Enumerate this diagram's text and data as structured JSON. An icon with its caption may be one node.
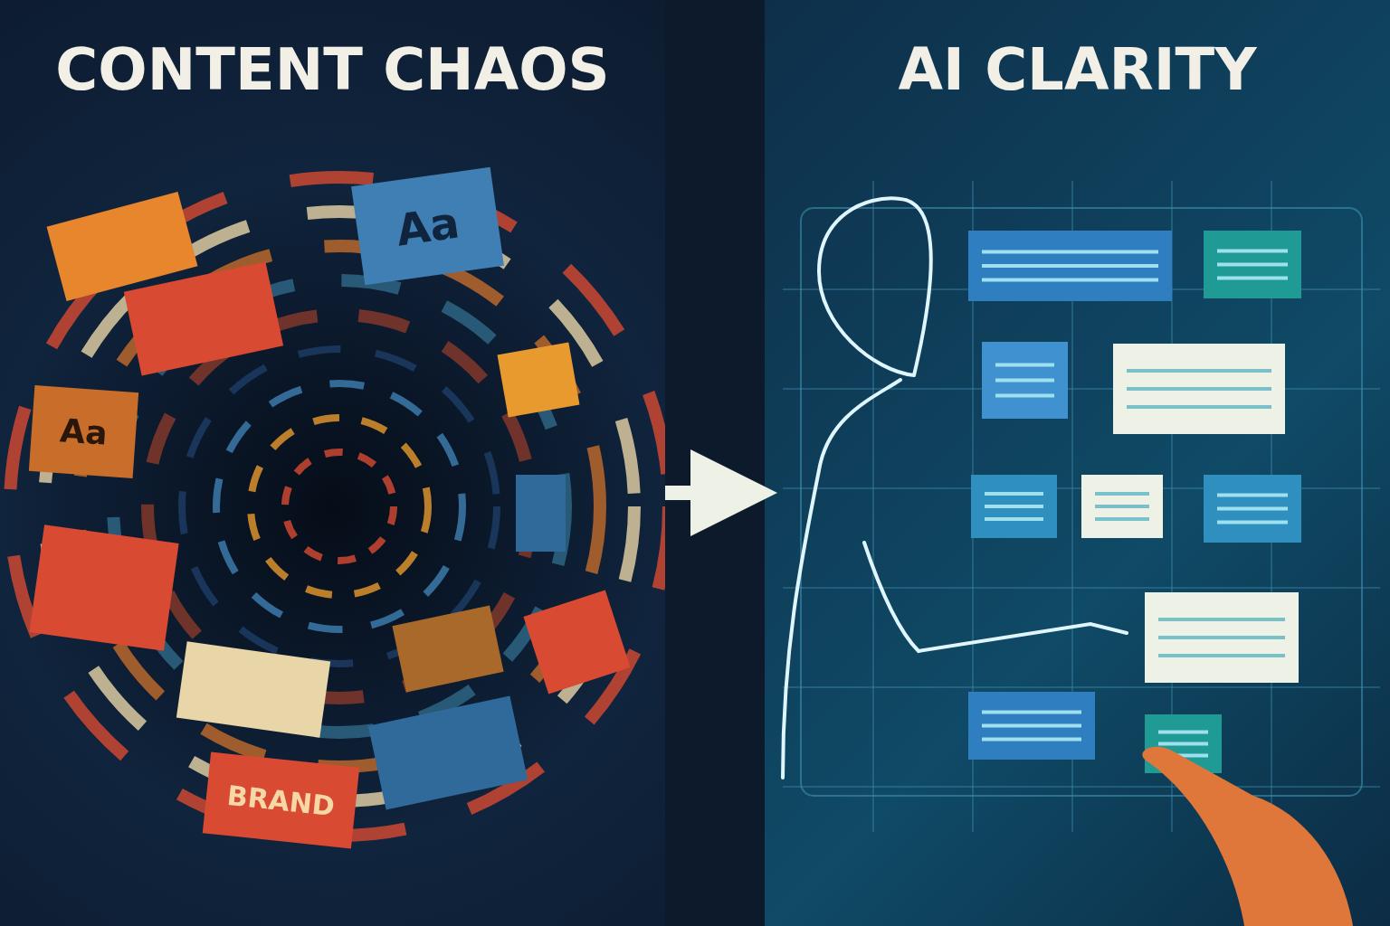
{
  "diagram": {
    "nodes": [
      {
        "text": [
          "CONTENT CHAOS"
        ]
      },
      {
        "text": [
          "Aa"
        ],
        "in": 0
      },
      {
        "text": [
          "Aa"
        ],
        "in": 0
      },
      {
        "text": [
          "BRAND"
        ],
        "in": 0
      },
      {
        "text": [
          "AI CLARITY"
        ]
      }
    ],
    "edges": [
      {
        "from": 0,
        "to": 4,
        "arrow": "to"
      }
    ]
  }
}
